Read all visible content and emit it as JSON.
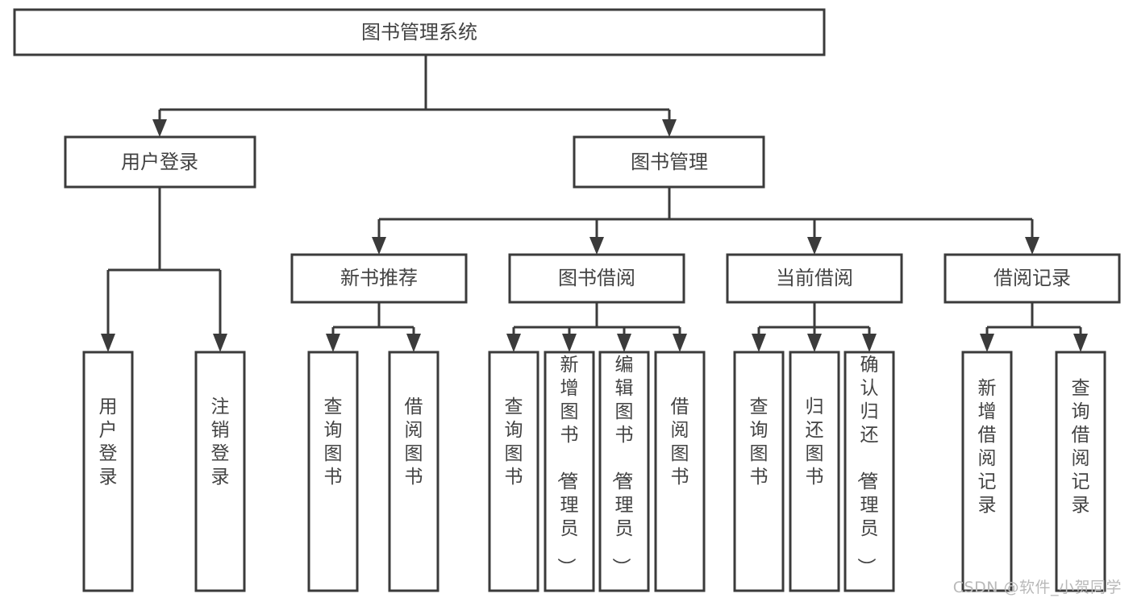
{
  "diagram": {
    "type": "tree",
    "title": "图书管理系统",
    "watermark": "CSDN @软件_小贺同学",
    "colors": {
      "box_stroke": "#3b3b3b",
      "box_fill": "#ffffff",
      "text": "#434343",
      "connector": "#3b3b3b",
      "background": "#ffffff",
      "watermark": "#b9b9b9"
    },
    "nodes": {
      "root": {
        "label": "图书管理系统"
      },
      "level2": [
        {
          "label": "用户登录"
        },
        {
          "label": "图书管理"
        }
      ],
      "level3": [
        {
          "label": "新书推荐"
        },
        {
          "label": "图书借阅"
        },
        {
          "label": "当前借阅"
        },
        {
          "label": "借阅记录"
        }
      ],
      "leaves": {
        "user_login": [
          {
            "label": "用户登录"
          },
          {
            "label": "注销登录"
          }
        ],
        "new_book": [
          {
            "label": "查询图书"
          },
          {
            "label": "借阅图书"
          }
        ],
        "book_borrow": [
          {
            "label": "查询图书"
          },
          {
            "label": "新增图书（管理员）"
          },
          {
            "label": "编辑图书（管理员）"
          },
          {
            "label": "借阅图书"
          }
        ],
        "current_borrow": [
          {
            "label": "查询图书"
          },
          {
            "label": "归还图书"
          },
          {
            "label": "确认归还（管理员）"
          }
        ],
        "borrow_record": [
          {
            "label": "新增借阅记录"
          },
          {
            "label": "查询借阅记录"
          }
        ]
      }
    }
  }
}
